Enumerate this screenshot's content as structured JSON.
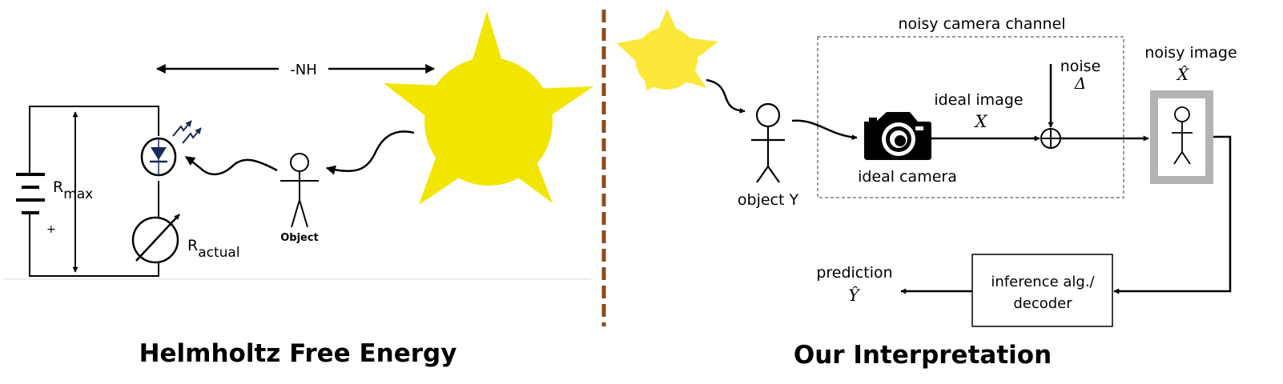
{
  "left_panel": {
    "caption": "Helmholtz Free Energy",
    "nh_label": "-NH",
    "rmax_main": "R",
    "rmax_sub": "max",
    "ractual_main": "R",
    "ractual_sub": "actual",
    "battery_plus": "+",
    "object_label": "Object"
  },
  "right_panel": {
    "caption": "Our Interpretation",
    "channel_label": "noisy camera channel",
    "object_label": "object Y",
    "camera_label": "ideal camera",
    "ideal_image_label": "ideal image",
    "ideal_image_symbol": "X",
    "noise_label": "noise",
    "noise_symbol": "Δ",
    "noisy_image_label": "noisy image",
    "noisy_image_symbol": "X̂",
    "decoder_line1": "inference alg./",
    "decoder_line2": "decoder",
    "prediction_label": "prediction",
    "prediction_symbol": "Ŷ"
  },
  "colors": {
    "sun": "#f2e500",
    "sun_right": "#fbe83a",
    "divider": "#8b4a1e",
    "frame": "#b3b3b3",
    "ink": "#000000"
  }
}
